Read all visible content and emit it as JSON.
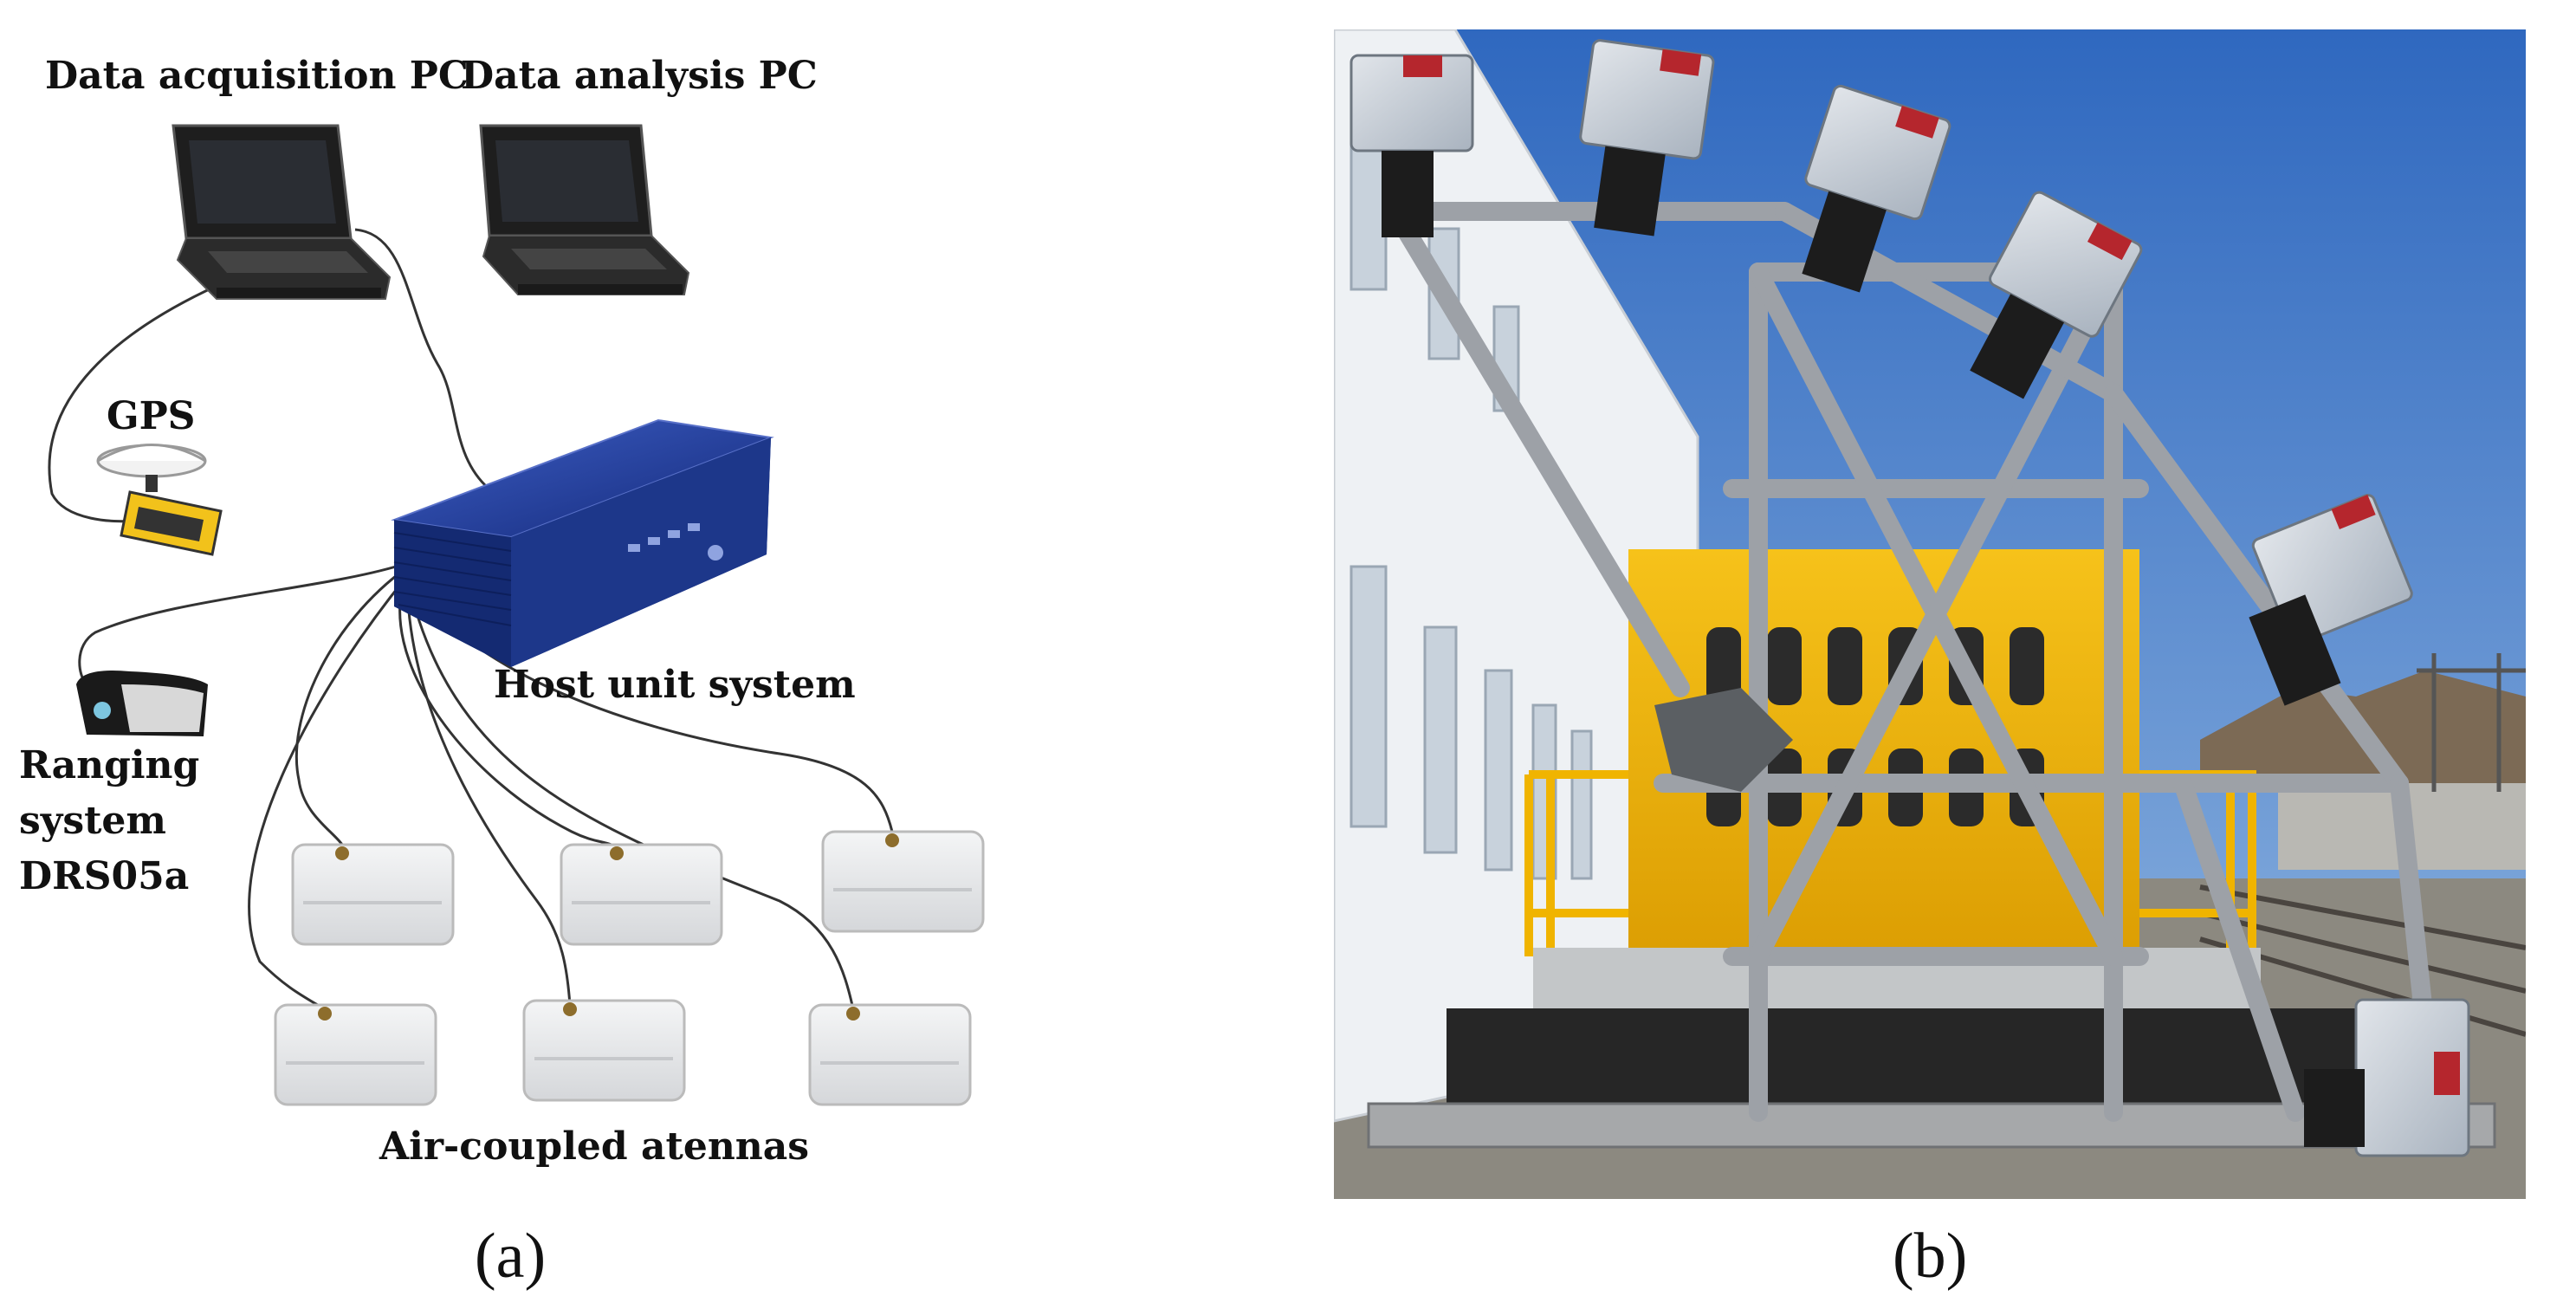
{
  "panel_a": {
    "labels": {
      "acq_pc": "Data acquisition PC",
      "ana_pc": "Data analysis PC",
      "gps": "GPS",
      "host": "Host unit system",
      "ranging_1": "Ranging",
      "ranging_2": "system",
      "ranging_3": "DRS05a",
      "antennas": "Air-coupled atennas"
    },
    "caption": "(a)"
  },
  "panel_b": {
    "caption": "(b)"
  },
  "colors": {
    "host_blue": "#1f3d93",
    "gps_yellow": "#f2c21b",
    "antenna_grey": "#e9eaec",
    "sky_blue": "#3f79c8",
    "building_white": "#eef1f4",
    "loco_yellow": "#f3b800",
    "frame_grey": "#9da1a7",
    "sensor_red": "#b5262d"
  }
}
